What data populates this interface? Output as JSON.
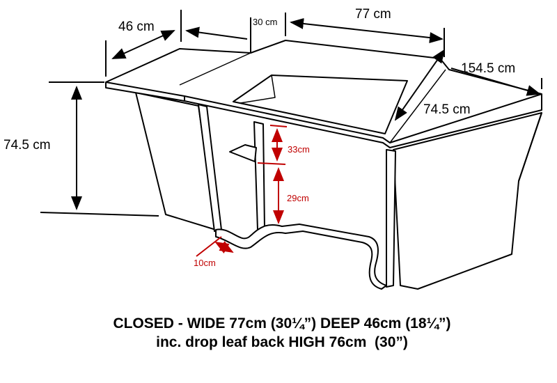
{
  "dimensions": {
    "leaf_depth": "46 cm",
    "center_gap": "30 cm",
    "top_width": "77 cm",
    "total_width": "154.5 cm",
    "open_depth": "74.5 cm",
    "height": "74.5 cm",
    "shelf_upper": "33cm",
    "shelf_lower": "29cm",
    "base_offset": "10cm"
  },
  "caption": {
    "line1": "CLOSED - WIDE 77cm (30¼”) DEEP 46cm (18¼”)",
    "line2": "inc. drop leaf back HIGH 76cm  (30”)"
  },
  "colors": {
    "line": "#000000",
    "dimension_red": "#c00000"
  }
}
